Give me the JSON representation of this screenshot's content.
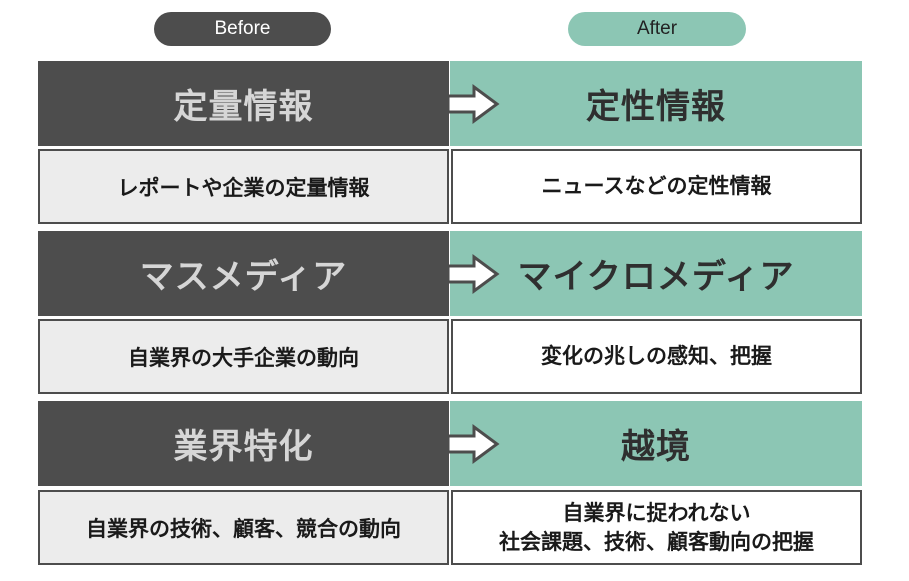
{
  "labels": {
    "before": "Before",
    "after": "After"
  },
  "rows": [
    {
      "before_heading": "定量情報",
      "after_heading": "定性情報",
      "before_desc": "レポートや企業の定量情報",
      "after_desc_lines": [
        "ニュースなどの定性情報"
      ]
    },
    {
      "before_heading": "マスメディア",
      "after_heading": "マイクロメディア",
      "before_desc": "自業界の大手企業の動向",
      "after_desc_lines": [
        "変化の兆しの感知、把握"
      ]
    },
    {
      "before_heading": "業界特化",
      "after_heading": "越境",
      "before_desc": "自業界の技術、顧客、競合の動向",
      "after_desc_lines": [
        "自業界に捉われない",
        "社会課題、技術、顧客動向の把握"
      ]
    }
  ],
  "colors": {
    "before_dark": "#4d4d4d",
    "after_green": "#8cc6b4",
    "before_light": "#ececec"
  },
  "icons": {
    "arrow": "right-arrow-icon"
  }
}
